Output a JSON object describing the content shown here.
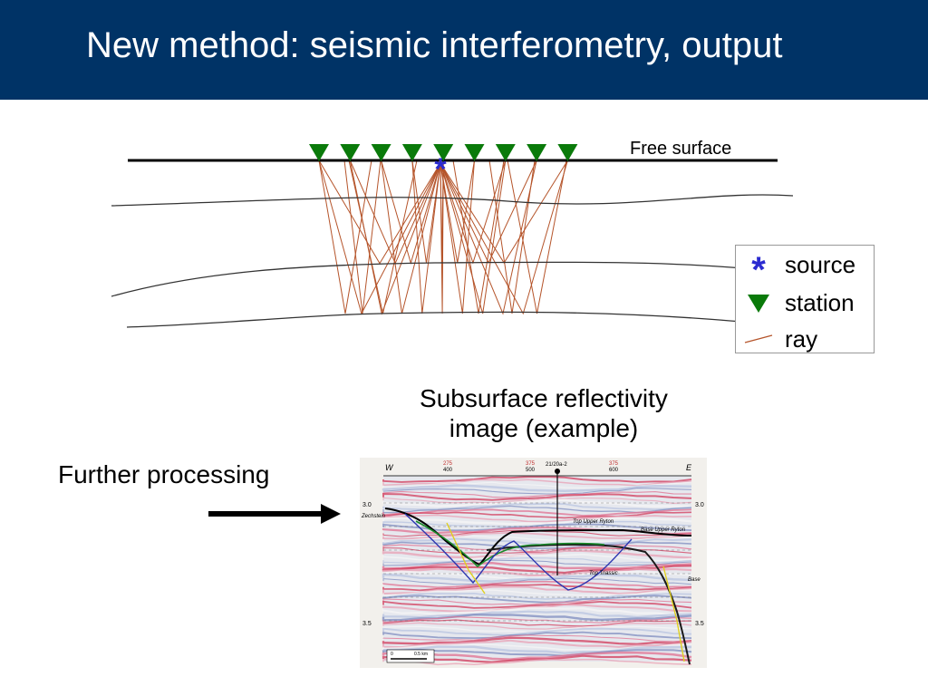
{
  "slide": {
    "title": "New method: seismic interferometry, output"
  },
  "diagram": {
    "free_surface_label": "Free surface",
    "station_count": 9,
    "colors": {
      "ray": "#b5542a",
      "station": "#0a7a0a",
      "source": "#2b2bd0",
      "layer": "#333333",
      "surface": "#000000"
    }
  },
  "legend": {
    "items": [
      {
        "icon": "asterisk-icon",
        "label": "source"
      },
      {
        "icon": "triangle-down-icon",
        "label": "station"
      },
      {
        "icon": "line-icon",
        "label": "ray"
      }
    ]
  },
  "caption": {
    "line1": "Subsurface reflectivity",
    "line2": "image (example)"
  },
  "further_processing": "Further processing",
  "seismic_image": {
    "west": "W",
    "east": "E",
    "well": "21/20a-2",
    "top_ticks": [
      {
        "a": "275",
        "b": "400"
      },
      {
        "a": "375",
        "b": "500"
      },
      {
        "a": "375",
        "b": "600"
      }
    ],
    "left_axis": [
      "3.0",
      "3.5"
    ],
    "right_axis": [
      "3.0",
      "3.5"
    ],
    "labels": {
      "zechstein": "Zechstein",
      "top_upper_ryton": "Top Upper Ryton",
      "base_upper_ryton": "Base Upper Ryton",
      "top_triassic": "Top Triassic",
      "base": "Base"
    },
    "scale_start": "0",
    "scale_label": "0.5 km"
  }
}
